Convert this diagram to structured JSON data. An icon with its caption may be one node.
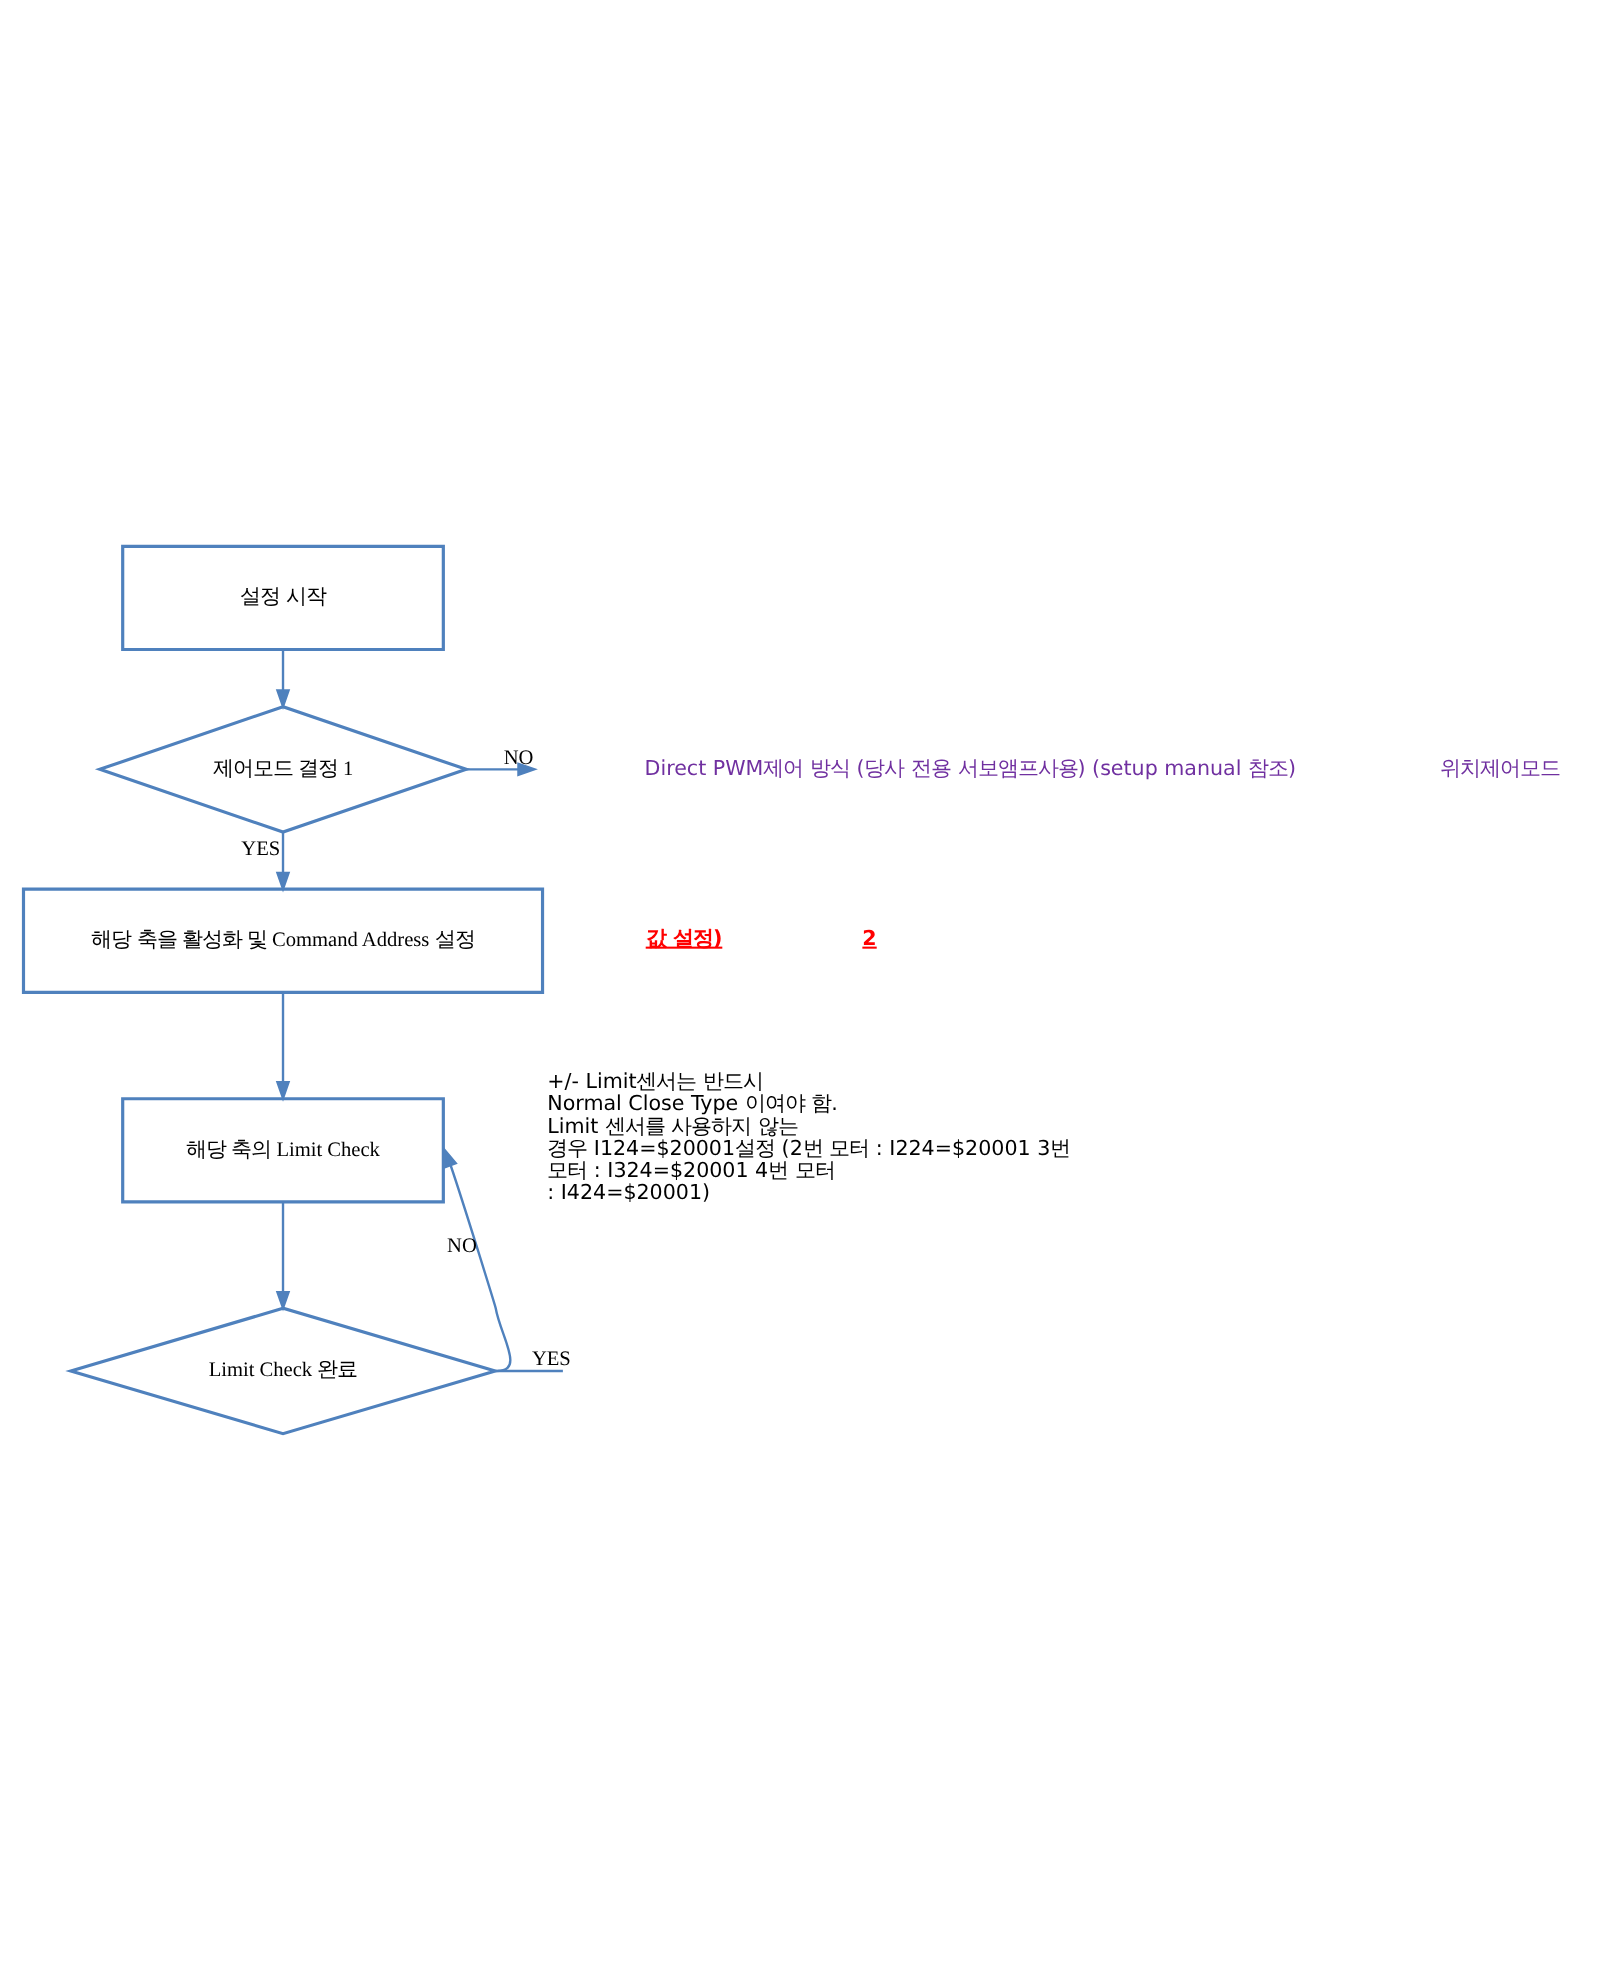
{
  "diagram": {
    "nodes": [
      {
        "text": [
          "설정 시작"
        ]
      },
      {
        "text": [
          "제어모드 결정 1"
        ]
      },
      {
        "text": [
          "해당 축을 활성화 및 Command Address 설정"
        ]
      },
      {
        "text": [
          "해당 축의 Limit Check"
        ]
      },
      {
        "text": [
          "Limit Check 완료"
        ]
      }
    ],
    "edges": [
      {
        "from": 0,
        "to": 1,
        "arrow": "to"
      },
      {
        "from": 1,
        "to": null,
        "arrow": "to",
        "label": "NO"
      },
      {
        "from": 1,
        "to": 2,
        "arrow": "to",
        "label": "YES"
      },
      {
        "from": 2,
        "to": 3,
        "arrow": "to"
      },
      {
        "from": 3,
        "to": 4,
        "arrow": "to"
      },
      {
        "from": 4,
        "to": 3,
        "arrow": "to",
        "label": "NO"
      },
      {
        "from": 4,
        "to": null,
        "arrow": "none",
        "label": "YES"
      }
    ],
    "labels": [
      "Direct PWM제어 방식 (당사 전용 서보앰프사용) (setup manual 참조)",
      "위치제어모드",
      "값 설정)",
      "2",
      "+/- Limit센서는 반드시 Normal Close Type 이여야 함. Limit 센서를 사용하지 않는 경우 I124=$20001설정 (2번 모터 : I224=$20001 3번 모터 : I324=$20001 4번 모터 : I424=$20001)"
    ]
  }
}
